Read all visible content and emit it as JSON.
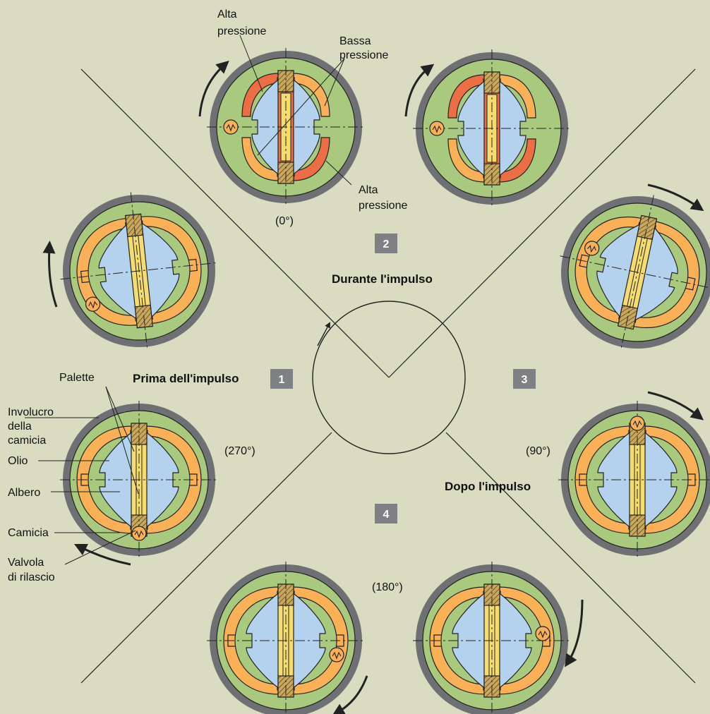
{
  "headings": {
    "prima": "Prima dell'impulso",
    "durante": "Durante l'impulso",
    "dopo": "Dopo l'impulso"
  },
  "badges": [
    "1",
    "2",
    "3",
    "4"
  ],
  "angles": {
    "a0": "(0°)",
    "a90": "(90°)",
    "a180": "(180°)",
    "a270": "(270°)"
  },
  "labels": {
    "alta_pressione_top_1": "Alta",
    "alta_pressione_top_2": "pressione",
    "bassa_pressione_1": "Bassa",
    "bassa_pressione_2": "pressione",
    "alta_pressione_bottom_1": "Alta",
    "alta_pressione_bottom_2": "pressione",
    "palette": "Palette",
    "involucro_1": "Involucro",
    "involucro_2": "della",
    "involucro_3": "camicia",
    "olio": "Olio",
    "albero": "Albero",
    "camicia": "Camicia",
    "valvola_1": "Valvola",
    "valvola_2": "di rilascio"
  },
  "colors": {
    "background": "#d9dcc0",
    "casing": "#6f7073",
    "chamber_green": "#a9c97f",
    "oil_orange": "#f9b057",
    "high_pressure": "#ec6e44",
    "shaft_blue": "#b4d2ee",
    "vane_yellow": "#f5dc6e"
  }
}
